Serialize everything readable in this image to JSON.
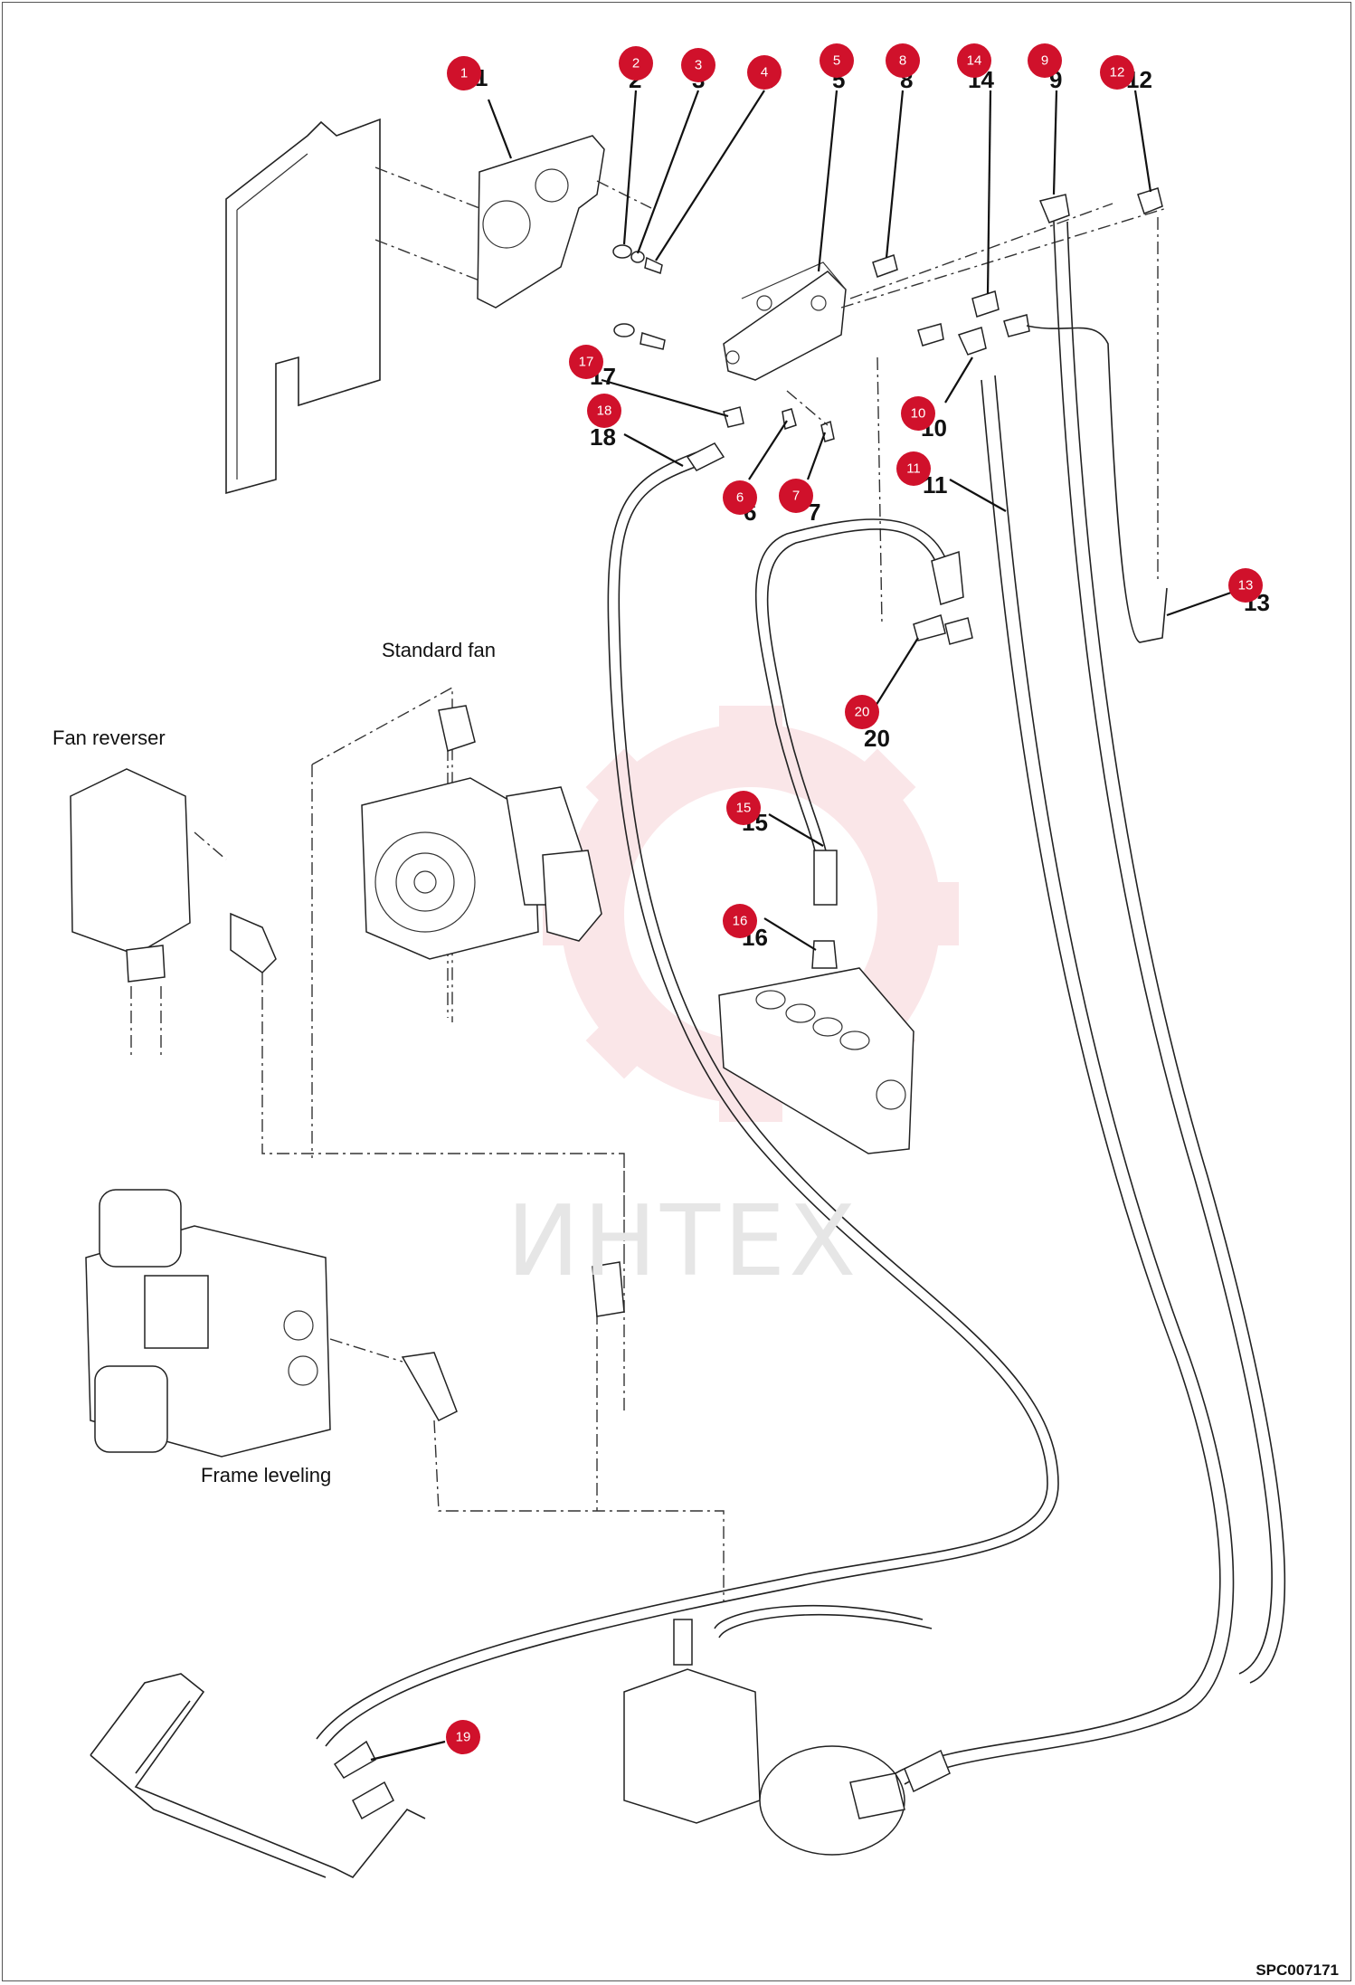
{
  "labels": {
    "standard_fan": "Standard fan",
    "fan_reverser": "Fan reverser",
    "frame_leveling": "Frame leveling"
  },
  "watermark": "ИНТЕХ",
  "drawing_code": "SPC007171",
  "callouts": [
    "1",
    "2",
    "3",
    "4",
    "5",
    "6",
    "7",
    "8",
    "9",
    "10",
    "11",
    "12",
    "13",
    "14",
    "15",
    "16",
    "17",
    "18",
    "19",
    "20"
  ],
  "accent_color": "#d0112b",
  "watermark_color": "#f2b8bf"
}
